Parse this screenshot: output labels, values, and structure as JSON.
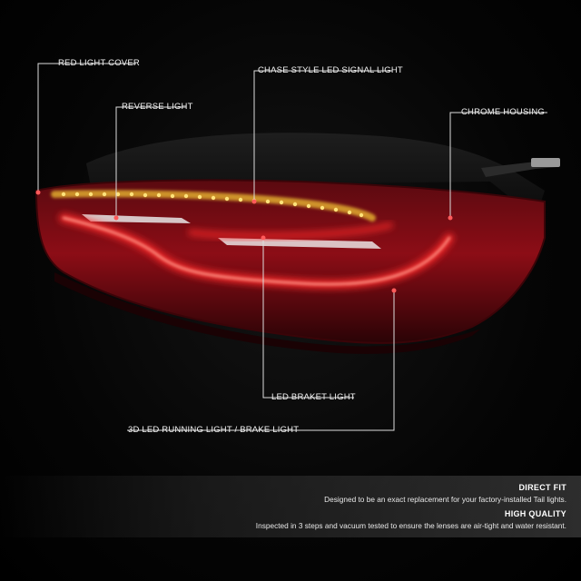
{
  "callouts": {
    "red_light_cover": "RED LIGHT COVER",
    "chase_signal": "CHASE STYLE LED SIGNAL LIGHT",
    "reverse_light": "REVERSE LIGHT",
    "chrome_housing": "CHROME HOUSING",
    "led_braket_light": "LED BRAKET LIGHT",
    "running_brake_light": "3D LED RUNNING LIGHT / BRAKE LIGHT"
  },
  "features": [
    {
      "title": "DIRECT FIT",
      "text": "Designed to be an exact replacement for your factory-installed Tail lights."
    },
    {
      "title": "HIGH QUALITY",
      "text": "Inspected in 3 steps and vacuum tested to ensure the lenses are air-tight and water resistant."
    }
  ],
  "colors": {
    "lens_red": "#c0101a",
    "glow_red": "#ff2a2a",
    "amber": "#f0c030",
    "callout_line": "#dddddd"
  }
}
